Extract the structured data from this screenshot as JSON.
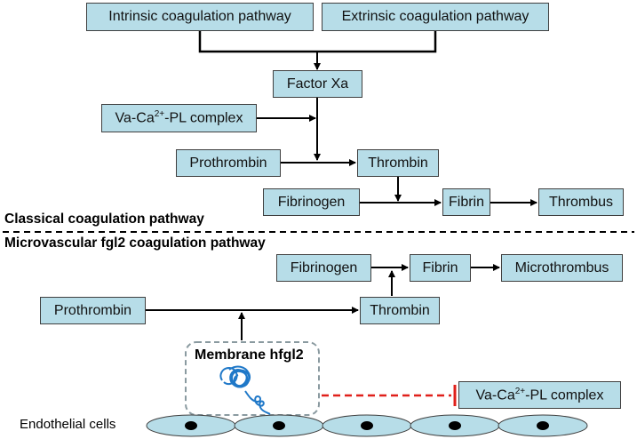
{
  "classical": {
    "section_label": "Classical coagulation pathway",
    "intrinsic": "Intrinsic coagulation pathway",
    "extrinsic": "Extrinsic coagulation pathway",
    "factor_xa": "Factor Xa",
    "complex_prefix": "Va-Ca",
    "complex_sup": "2+",
    "complex_suffix": "-PL complex",
    "prothrombin": "Prothrombin",
    "thrombin": "Thrombin",
    "fibrinogen": "Fibrinogen",
    "fibrin": "Fibrin",
    "thrombus": "Thrombus"
  },
  "microvascular": {
    "section_label": "Microvascular fgl2 coagulation pathway",
    "fibrinogen": "Fibrinogen",
    "fibrin": "Fibrin",
    "microthrombus": "Microthrombus",
    "prothrombin": "Prothrombin",
    "thrombin": "Thrombin",
    "membrane_label": "Membrane hfgl2",
    "complex_prefix": "Va-Ca",
    "complex_sup": "2+",
    "complex_suffix": "-PL complex",
    "endothelial_label": "Endothelial cells"
  },
  "colors": {
    "box_fill": "#b7dde8",
    "box_border": "#3f3f3f",
    "arrow": "#000000",
    "inhibition": "#e0201b",
    "dashed_frame": "#8a9aa0",
    "protein": "#1f78c8",
    "cell_fill": "#b7dde8",
    "nucleus": "#000000"
  }
}
